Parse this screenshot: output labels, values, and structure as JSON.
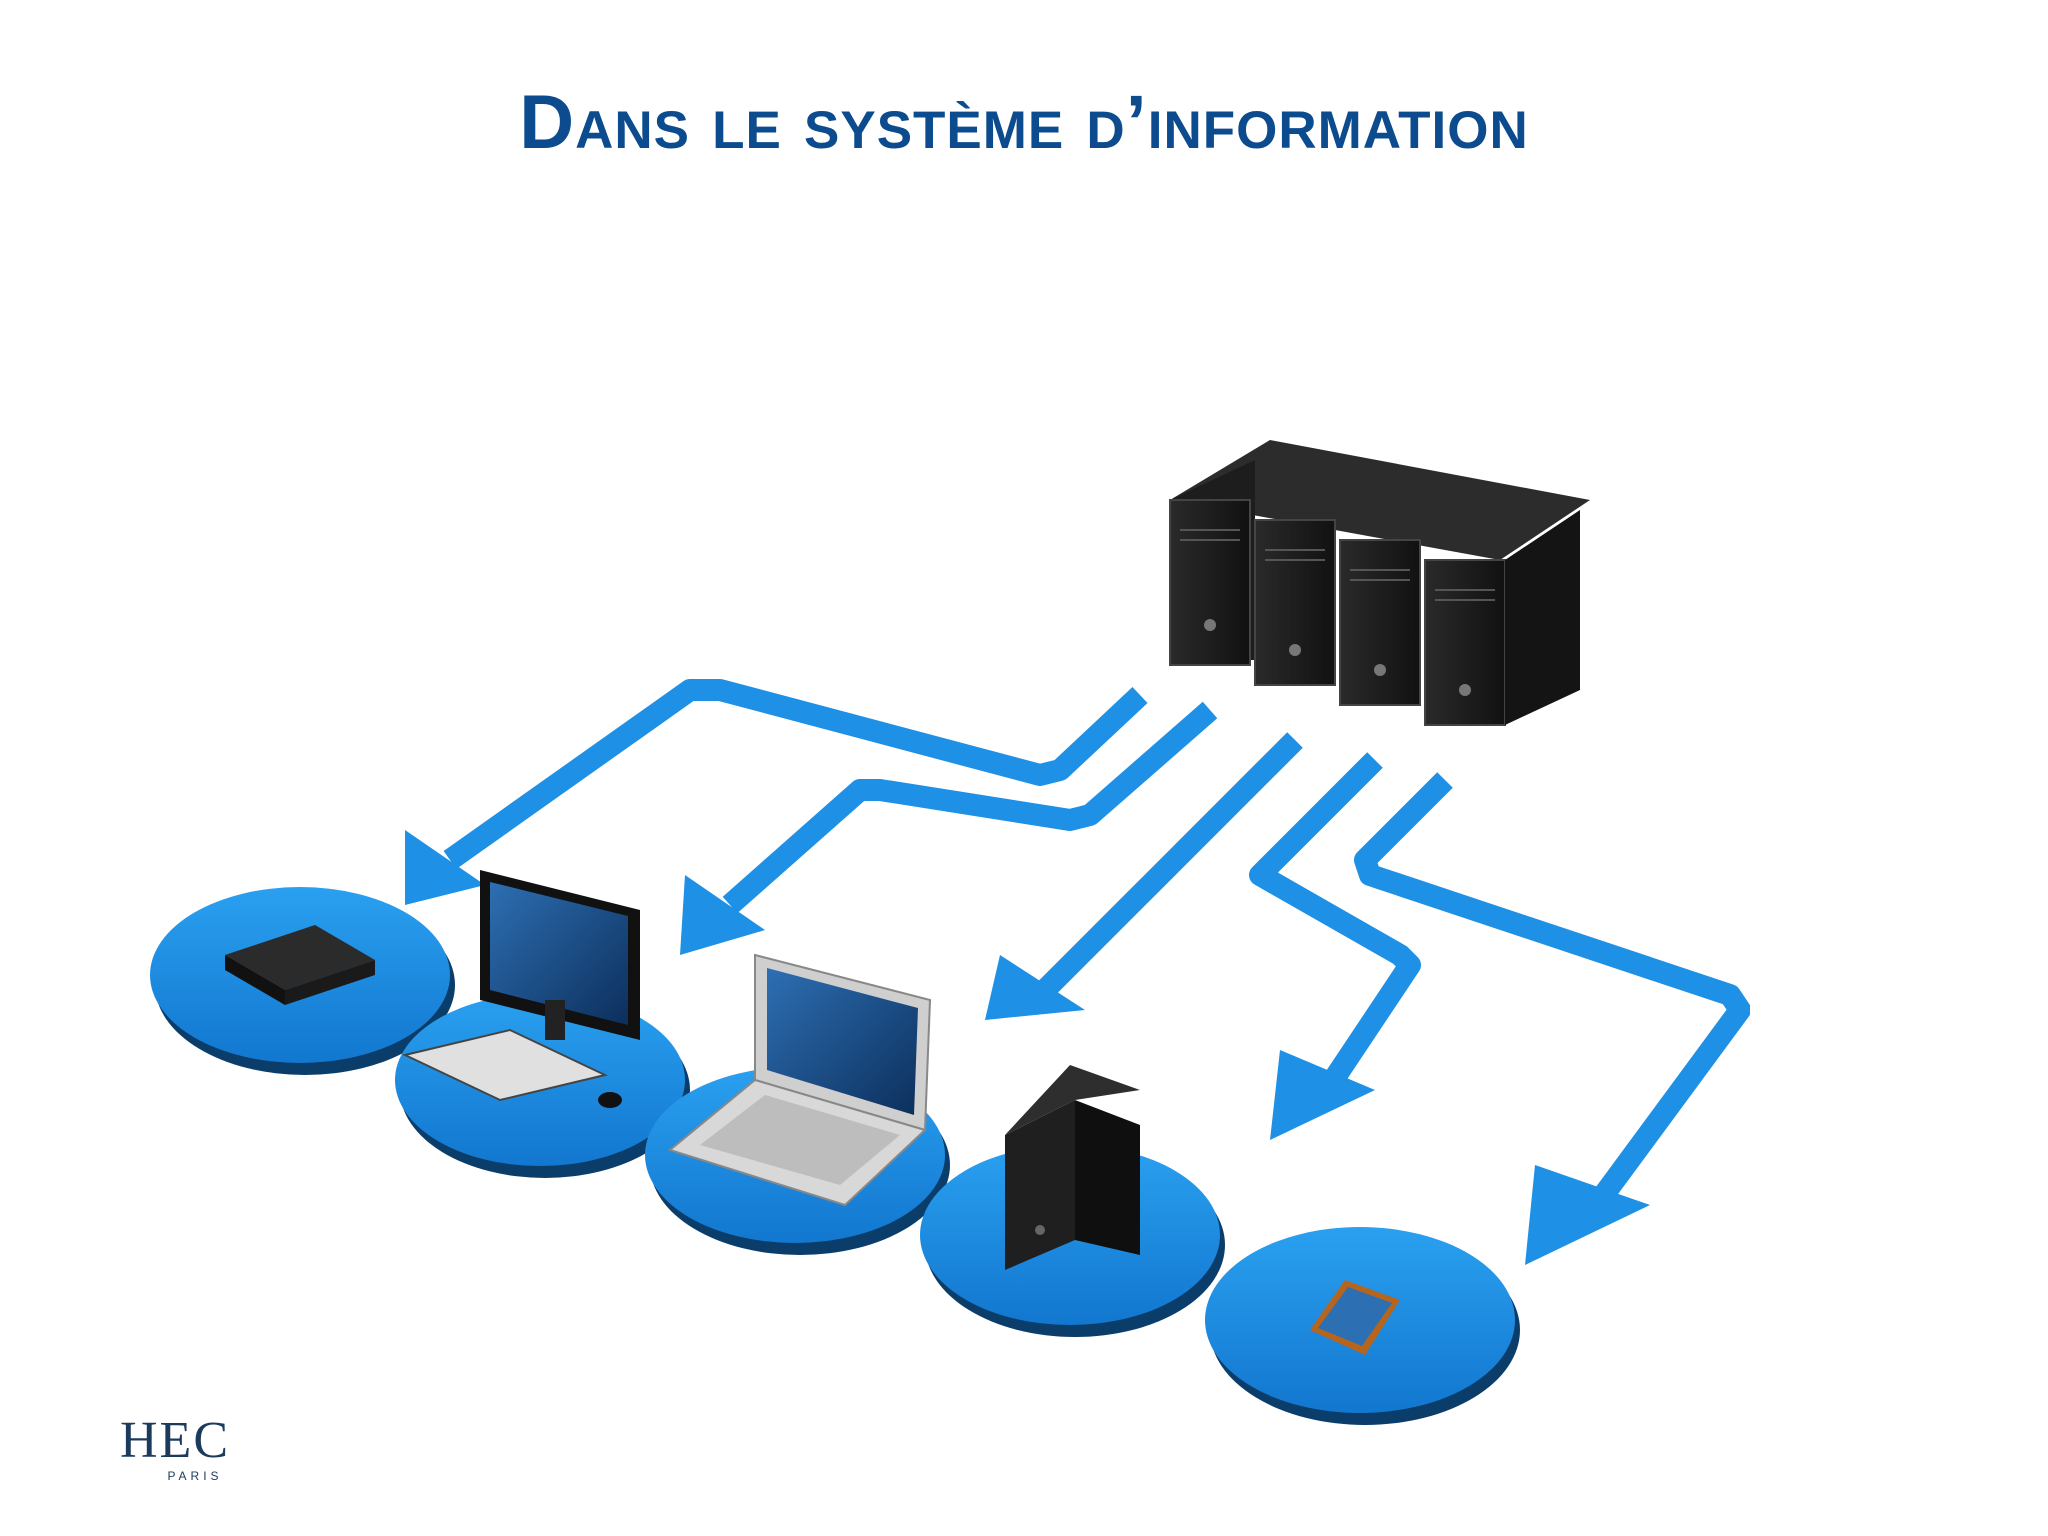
{
  "slide": {
    "title": "Dans le système d’information"
  },
  "illustration": {
    "accent_color": "#1e90e6",
    "server_color": "#1c1c1c",
    "devices": [
      "set-top-box-icon",
      "desktop-computer-icon",
      "laptop-icon",
      "tower-pc-icon",
      "tablet-icon"
    ],
    "central_node": "server-rack-icon"
  },
  "logo": {
    "name": "HEC",
    "subtitle": "PARIS"
  }
}
